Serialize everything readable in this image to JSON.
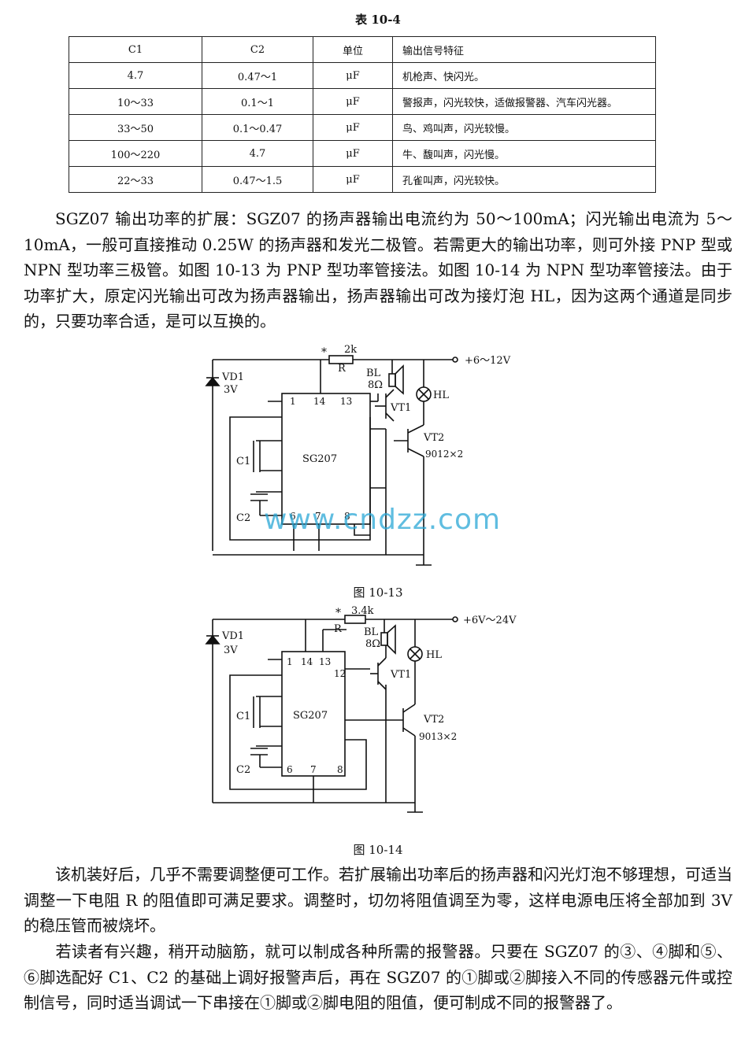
{
  "table": {
    "title": "表 10-4",
    "headers": [
      "C1",
      "C2",
      "单位",
      "输出信号特征"
    ],
    "rows": [
      [
        "4.7",
        "0.47～1",
        "μF",
        "机枪声、快闪光。"
      ],
      [
        "10～33",
        "0.1～1",
        "μF",
        "警报声，闪光较快，适做报警器、汽车闪光器。"
      ],
      [
        "33～50",
        "0.1～0.47",
        "μF",
        "鸟、鸡叫声，闪光较慢。"
      ],
      [
        "100～220",
        "4.7",
        "μF",
        "牛、馥叫声，闪光慢。"
      ],
      [
        "22～33",
        "0.47～1.5",
        "μF",
        "孔雀叫声，闪光较快。"
      ]
    ]
  },
  "paragraphs": {
    "p1": "SGZ07 输出功率的扩展：SGZ07 的扬声器输出电流约为 50～100mA；闪光输出电流为 5～10mA，一般可直接推动 0.25W 的扬声器和发光二极管。若需更大的输出功率，则可外接 PNP 型或 NPN 型功率三极管。如图 10-13 为 PNP 型功率管接法。如图 10-14 为 NPN 型功率管接法。由于功率扩大，原定闪光输出可改为扬声器输出，扬声器输出可改为接灯泡 HL，因为这两个通道是同步的，只要功率合适，是可以互换的。",
    "p2": "该机装好后，几乎不需要调整便可工作。若扩展输出功率后的扬声器和闪光灯泡不够理想，可适当调整一下电阻 R 的阻值即可满足要求。调整时，切勿将阻值调至为零，这样电源电压将全部加到 3V 的稳压管而被烧坏。",
    "p3": "若读者有兴趣，稍开动脑筋，就可以制成各种所需的报警器。只要在 SGZ07 的③、④脚和⑤、⑥脚选配好 C1、C2 的基础上调好报警声后，再在 SGZ07 的①脚或②脚接入不同的传感器元件或控制信号，同时适当调试一下串接在①脚或②脚电阻的阻值，便可制成不同的报警器了。"
  },
  "fig13": {
    "caption": "图 10-13",
    "supply": "+6～12V",
    "r_star": "*",
    "r_value": "2k",
    "r_name": "R",
    "vd1": "VD1",
    "vd1_v": "3V",
    "bl": "BL",
    "bl_ohm": "8Ω",
    "hl": "HL",
    "vt1": "VT1",
    "vt2": "VT2",
    "vt2_part": "9012×2",
    "ic": "SG207",
    "c1": "C1",
    "c2": "C2",
    "pin1": "1",
    "pin14": "14",
    "pin13": "13",
    "pin6": "6",
    "pin7": "7",
    "pin8": "8"
  },
  "fig14": {
    "caption": "图 10-14",
    "supply": "+6V～24V",
    "r_star": "*",
    "r_value": "3.4k",
    "r_name": "R",
    "vd1": "VD1",
    "vd1_v": "3V",
    "bl": "BL",
    "bl_ohm": "8Ω",
    "hl": "HL",
    "vt1": "VT1",
    "vt2": "VT2",
    "vt2_part": "9013×2",
    "ic": "SG207",
    "c1": "C1",
    "c2": "C2",
    "pin1": "1",
    "pin14": "14",
    "pin13": "13",
    "pin12": "12",
    "pin6": "6",
    "pin7": "7",
    "pin8": "8"
  },
  "watermark": "www.cndzz.com"
}
